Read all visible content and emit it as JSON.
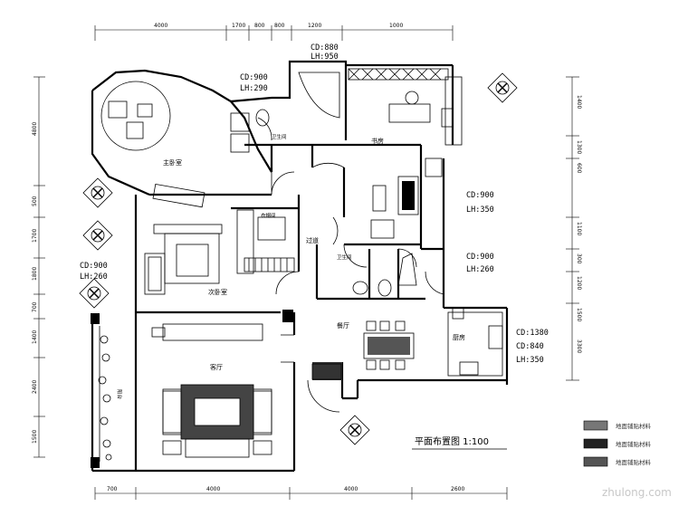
{
  "plan": {
    "title": "平面布置图 1:100",
    "watermark": "zhulong.com"
  },
  "rooms": {
    "master_bedroom": "主卧室",
    "bedroom": "次卧室",
    "study": "书房",
    "living": "客厅",
    "dining": "餐厅",
    "kitchen": "厨房",
    "bath1": "卫生间",
    "bath2": "卫生间",
    "balcony": "阳台",
    "corridor": "过道",
    "cloak": "衣帽间"
  },
  "ceiling_notes": {
    "top_center": [
      "CD:880",
      "LH:950"
    ],
    "bath_left": [
      "CD:900",
      "LH:290"
    ],
    "study_right": [
      "CD:900",
      "LH:350"
    ],
    "mid_right": [
      "CD:900",
      "LH:260"
    ],
    "left_mid": [
      "CD:900",
      "LH:260"
    ],
    "kitchen_right": [
      "CD:1380",
      "CD:840",
      "LH:350"
    ]
  },
  "dimensions": {
    "top": [
      "4000",
      "1700",
      "800",
      "800",
      "1200",
      "1000"
    ],
    "bottom": [
      "700",
      "4000",
      "4000",
      "2600"
    ],
    "left": [
      "4800",
      "500",
      "1700",
      "1800",
      "700",
      "1400",
      "2400",
      "1500"
    ],
    "right": [
      "1400",
      "1300",
      "600",
      "1100",
      "300",
      "1200",
      "1500",
      "3300"
    ]
  },
  "legend": {
    "items": [
      "地面铺贴材料",
      "地面铺贴材料",
      "地面铺贴材料"
    ]
  }
}
